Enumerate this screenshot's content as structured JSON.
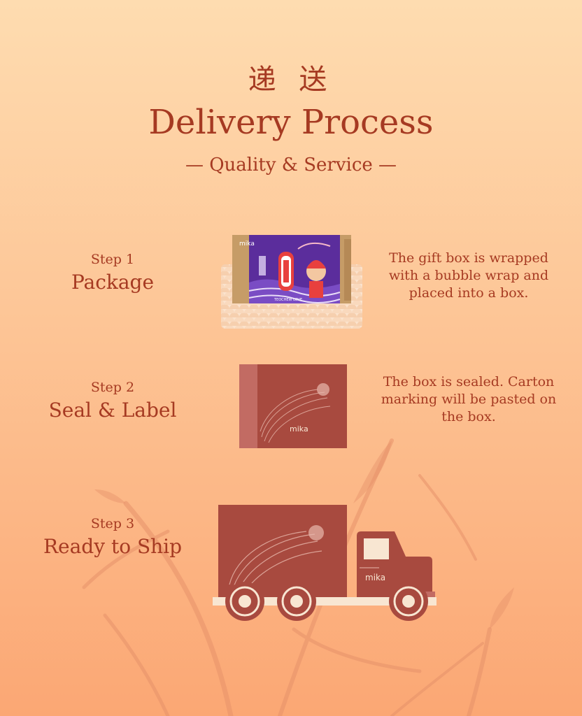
{
  "header": {
    "cn_title": "递 送",
    "title": "Delivery Process",
    "subtitle": "— Quality & Service —"
  },
  "steps": [
    {
      "number": "Step 1",
      "title": "Package",
      "description": "The gift box is wrapped with a bubble wrap and placed into a box.",
      "illustration": "bubble-wrapped-gift-box"
    },
    {
      "number": "Step 2",
      "title": "Seal & Label",
      "description": "The box is sealed. Carton marking will be pasted on the box.",
      "illustration": "sealed-carton"
    },
    {
      "number": "Step 3",
      "title": "Ready to Ship",
      "description": "",
      "illustration": "delivery-truck"
    }
  ],
  "brand": {
    "logo_text": "mika",
    "gift_box_text": "TEOCHEW LOVE"
  },
  "colors": {
    "primary": "#a63a22",
    "box": "#a84a3f",
    "box_dark": "#c26b63",
    "cream": "#f8e6d2",
    "gift_purple": "#5b2d9c",
    "kraft": "#c69c67",
    "background_top": "#fedcb0",
    "background_bottom": "#fba774"
  }
}
